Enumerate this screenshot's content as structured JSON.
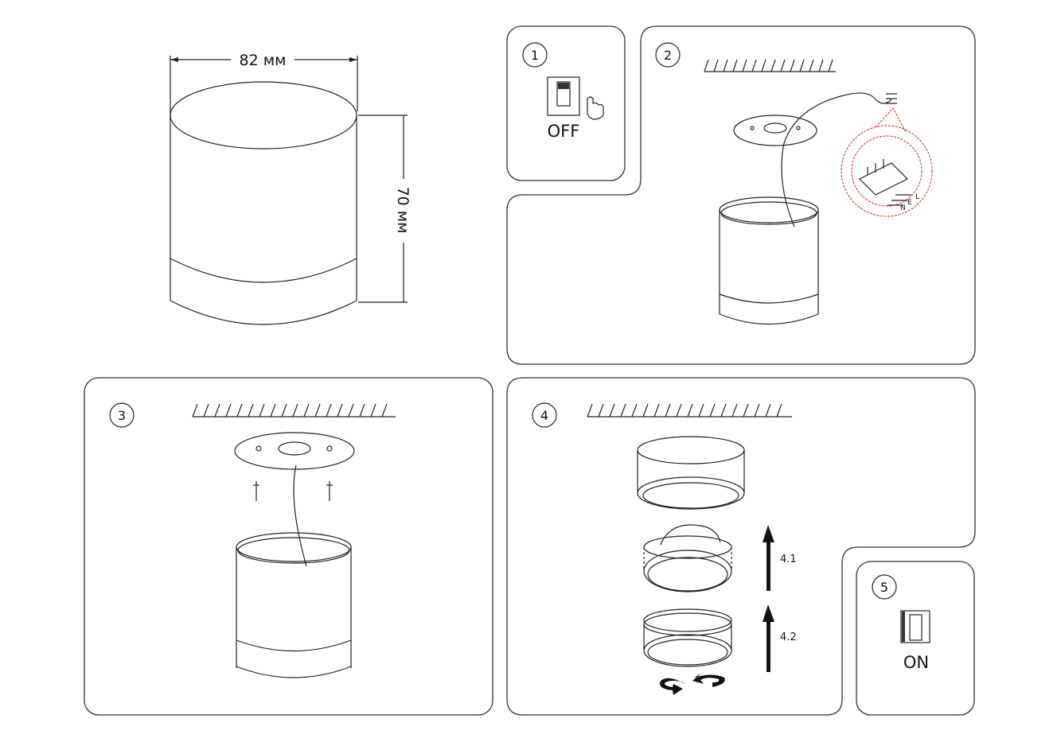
{
  "dimensions": {
    "width_label": "82 мм",
    "height_label": "70 мм"
  },
  "steps": [
    {
      "number": "1",
      "switch_label": "OFF"
    },
    {
      "number": "2",
      "wires": [
        "L",
        "E",
        "N"
      ]
    },
    {
      "number": "3"
    },
    {
      "number": "4",
      "substeps": [
        "4.1",
        "4.2"
      ]
    },
    {
      "number": "5",
      "switch_label": "ON"
    }
  ],
  "colors": {
    "line": "#222222",
    "detail": "#dd2222"
  }
}
